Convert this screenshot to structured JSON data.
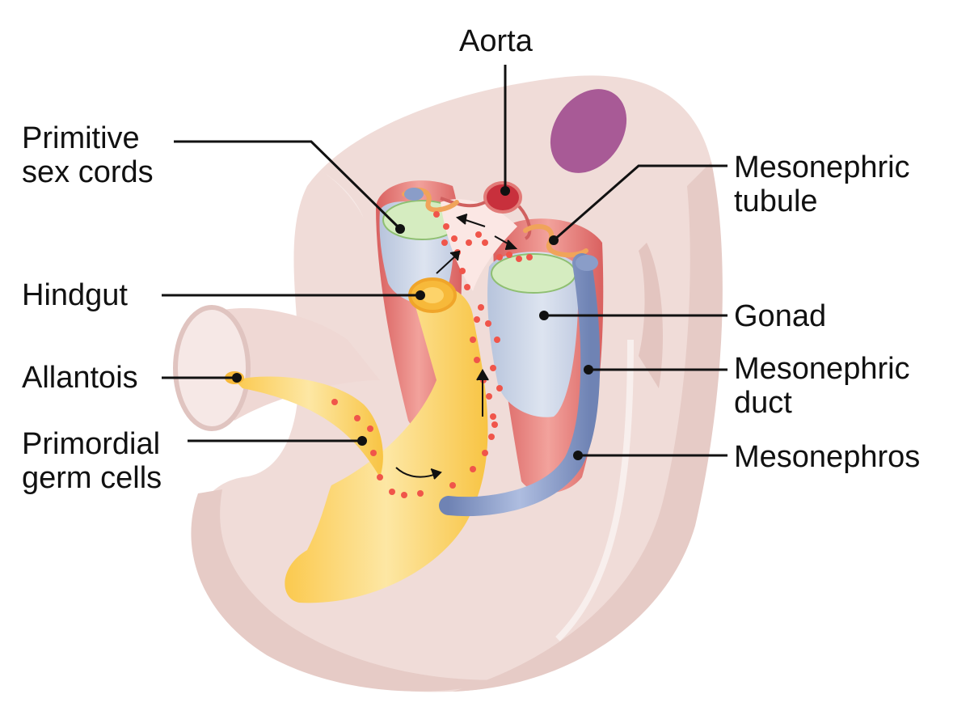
{
  "diagram": {
    "labels": {
      "aorta": "Aorta",
      "primitive_sex_cords": [
        "Primitive",
        "sex cords"
      ],
      "hindgut": "Hindgut",
      "allantois": "Allantois",
      "primordial_germ_cells": [
        "Primordial",
        "germ cells"
      ],
      "mesonephric_tubule": [
        "Mesonephric",
        "tubule"
      ],
      "gonad": "Gonad",
      "mesonephric_duct": [
        "Mesonephric",
        "duct"
      ],
      "mesonephros": "Mesonephros"
    },
    "colors": {
      "embryo_body": "#f0dcd8",
      "embryo_shadow": "#e3c5c0",
      "mesonephros": "#e27b78",
      "gonad": "#c9d3e6",
      "sex_cords": "#d5ecc0",
      "gut": "#fcd56a",
      "duct": "#8a9dc8",
      "germ_cells": "#f0554a",
      "aorta": "#c8303c",
      "tubule": "#f0a45a",
      "neural": "#a85a96",
      "leader": "#111111"
    }
  }
}
